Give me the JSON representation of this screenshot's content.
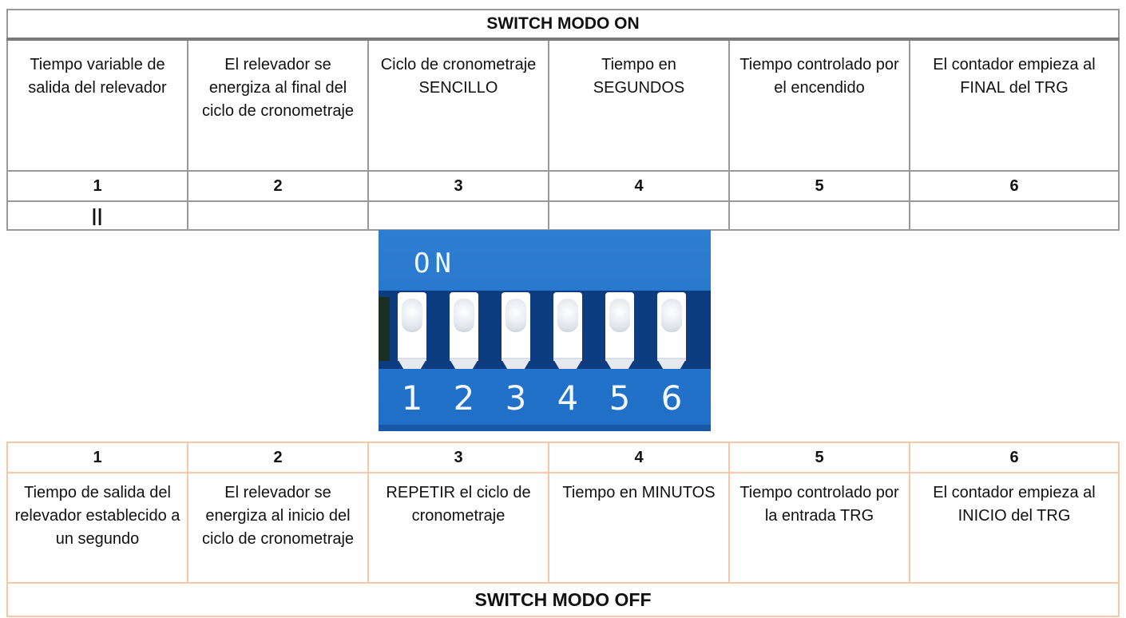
{
  "on_table": {
    "title": "SWITCH MODO ON",
    "descriptions": [
      "Tiempo variable de salida del relevador",
      "El relevador se energiza al final del ciclo de cronometraje",
      "Ciclo de cronometraje SENCILLO",
      "Tiempo en SEGUNDOS",
      "Tiempo controlado por el encendido",
      "El contador empieza al FINAL del TRG"
    ],
    "numbers": [
      "1",
      "2",
      "3",
      "4",
      "5",
      "6"
    ],
    "states": [
      "||",
      "",
      "",
      "",
      "",
      ""
    ]
  },
  "dip_switch": {
    "on_label": "ON",
    "labels": [
      "1",
      "2",
      "3",
      "4",
      "5",
      "6"
    ],
    "colors": {
      "body": "#2d7dd2",
      "slot": "#0d3d80",
      "switch": "#ffffff"
    }
  },
  "off_table": {
    "numbers": [
      "1",
      "2",
      "3",
      "4",
      "5",
      "6"
    ],
    "descriptions": [
      "Tiempo de salida del relevador establecido a un segundo",
      "El relevador se energiza al inicio del ciclo de cronometraje",
      "REPETIR el ciclo de cronometraje",
      "Tiempo en MINUTOS",
      "Tiempo controlado por la entrada TRG",
      "El contador empieza al INICIO del TRG"
    ],
    "title": "SWITCH MODO OFF"
  }
}
